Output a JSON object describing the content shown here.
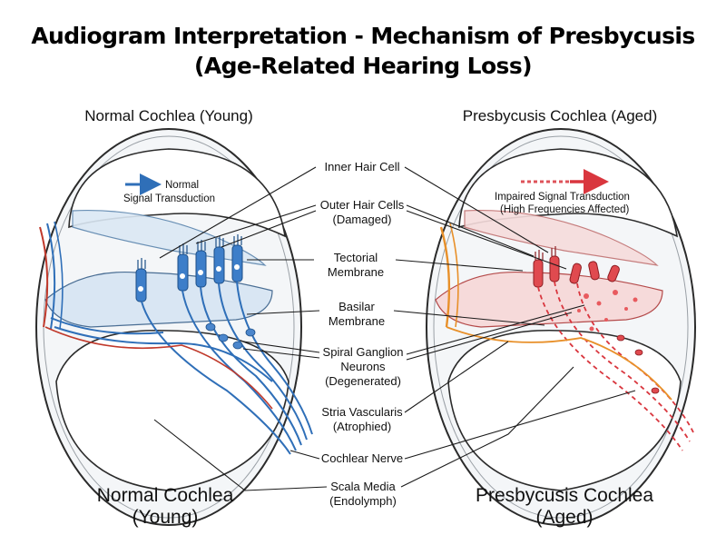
{
  "title": {
    "line1": "Audiogram Interpretation - Mechanism of Presbycusis",
    "line2": "(Age-Related Hearing Loss)"
  },
  "left": {
    "heading": "Normal Cochlea (Young)",
    "caption_line1": "Normal Cochlea",
    "caption_line2": "(Young)",
    "arrow_text_line1": "Normal",
    "arrow_text_line2": "Signal Transduction"
  },
  "right": {
    "heading": "Presbycusis Cochlea (Aged)",
    "caption_line1": "Presbycusis Cochlea",
    "caption_line2": "(Aged)",
    "arrow_text_line1": "Impaired Signal Transduction",
    "arrow_text_line2": "(High Frequencies Affected)"
  },
  "labels": [
    {
      "line1": "Inner Hair Cell",
      "line2": ""
    },
    {
      "line1": "Outer Hair Cells",
      "line2": "(Damaged)"
    },
    {
      "line1": "Tectorial",
      "line2": "Membrane"
    },
    {
      "line1": "Basilar",
      "line2": "Membrane"
    },
    {
      "line1": "Spiral Ganglion",
      "line2": "Neurons",
      "line3": "(Degenerated)"
    },
    {
      "line1": "Stria Vascularis",
      "line2": "(Atrophied)"
    },
    {
      "line1": "Cochlear Nerve",
      "line2": ""
    },
    {
      "line1": "Scala Media",
      "line2": "(Endolymph)"
    }
  ],
  "colors": {
    "normal_blue": "#2f6fb8",
    "aged_red": "#d9363e",
    "aged_orange": "#e8902a",
    "outline": "#2b2b2b"
  }
}
